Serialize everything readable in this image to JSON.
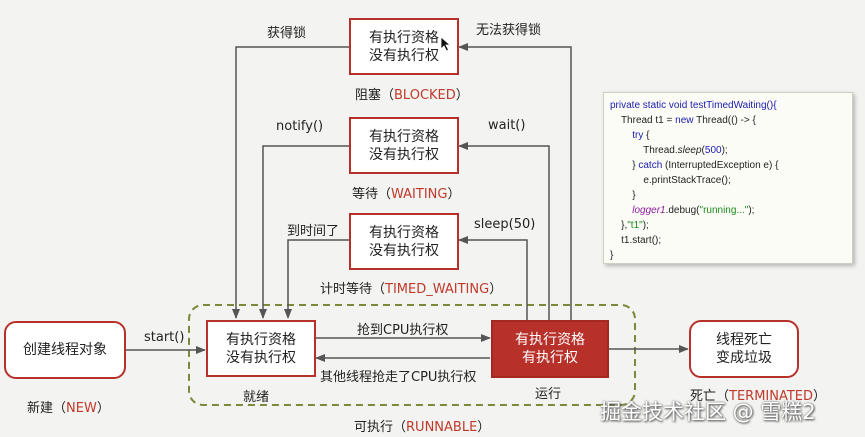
{
  "boxes": {
    "new": {
      "line1": "创建线程对象"
    },
    "blocked": {
      "line1": "有执行资格",
      "line2": "没有执行权"
    },
    "waiting": {
      "line1": "有执行资格",
      "line2": "没有执行权"
    },
    "timed_waiting": {
      "line1": "有执行资格",
      "line2": "没有执行权"
    },
    "ready": {
      "line1": "有执行资格",
      "line2": "没有执行权"
    },
    "running": {
      "line1": "有执行资格",
      "line2": "有执行权"
    },
    "dead": {
      "line1": "线程死亡",
      "line2": "变成垃圾"
    }
  },
  "edge_labels": {
    "acquire_lock": "获得锁",
    "cannot_acquire_lock": "无法获得锁",
    "notify": "notify()",
    "wait": "wait()",
    "time_up": "到时间了",
    "sleep": "sleep(50)",
    "start": "start()",
    "grab_cpu": "抢到CPU执行权",
    "lose_cpu": "其他线程抢走了CPU执行权"
  },
  "state_names": {
    "blocked": {
      "zh": "阻塞（",
      "en": "BLOCKED",
      "end": "）"
    },
    "waiting": {
      "zh": "等待（",
      "en": "WAITING",
      "end": "）"
    },
    "timed_waiting": {
      "zh": "计时等待（",
      "en": "TIMED_WAITING",
      "end": "）"
    },
    "new": {
      "zh": "新建（",
      "en": "NEW",
      "end": "）"
    },
    "ready": "就绪",
    "running": "运行",
    "dead": {
      "zh": "死亡（",
      "en": "TERMINATED",
      "end": "）"
    },
    "runnable": {
      "zh": "可执行（",
      "en": "RUNNABLE",
      "end": "）"
    }
  },
  "code": {
    "l1a": "private static void testTimedWaiting(){",
    "l2a": "Thread t1 = ",
    "l2b": "new",
    "l2c": " Thread(() -> {",
    "l3a": "try",
    "l3b": " {",
    "l4a": "Thread.",
    "l4b": "sleep",
    "l4c": "(",
    "l4d": "500",
    "l4e": ");",
    "l5a": "} ",
    "l5b": "catch",
    "l5c": " (InterruptedException e) {",
    "l6a": "e.printStackTrace();",
    "l7a": "}",
    "l8a": "logger1",
    "l8b": ".debug(",
    "l8c": "\"running...\"",
    "l8d": ");",
    "l9a": "},",
    "l9b": "\"t1\"",
    "l9c": ");",
    "l10a": "t1.start();",
    "l11a": "}"
  },
  "watermark": "掘金技术社区 @ 雪糕2",
  "colors": {
    "accent": "#b8302a",
    "dash": "#7a8a3a",
    "line": "#555555"
  }
}
